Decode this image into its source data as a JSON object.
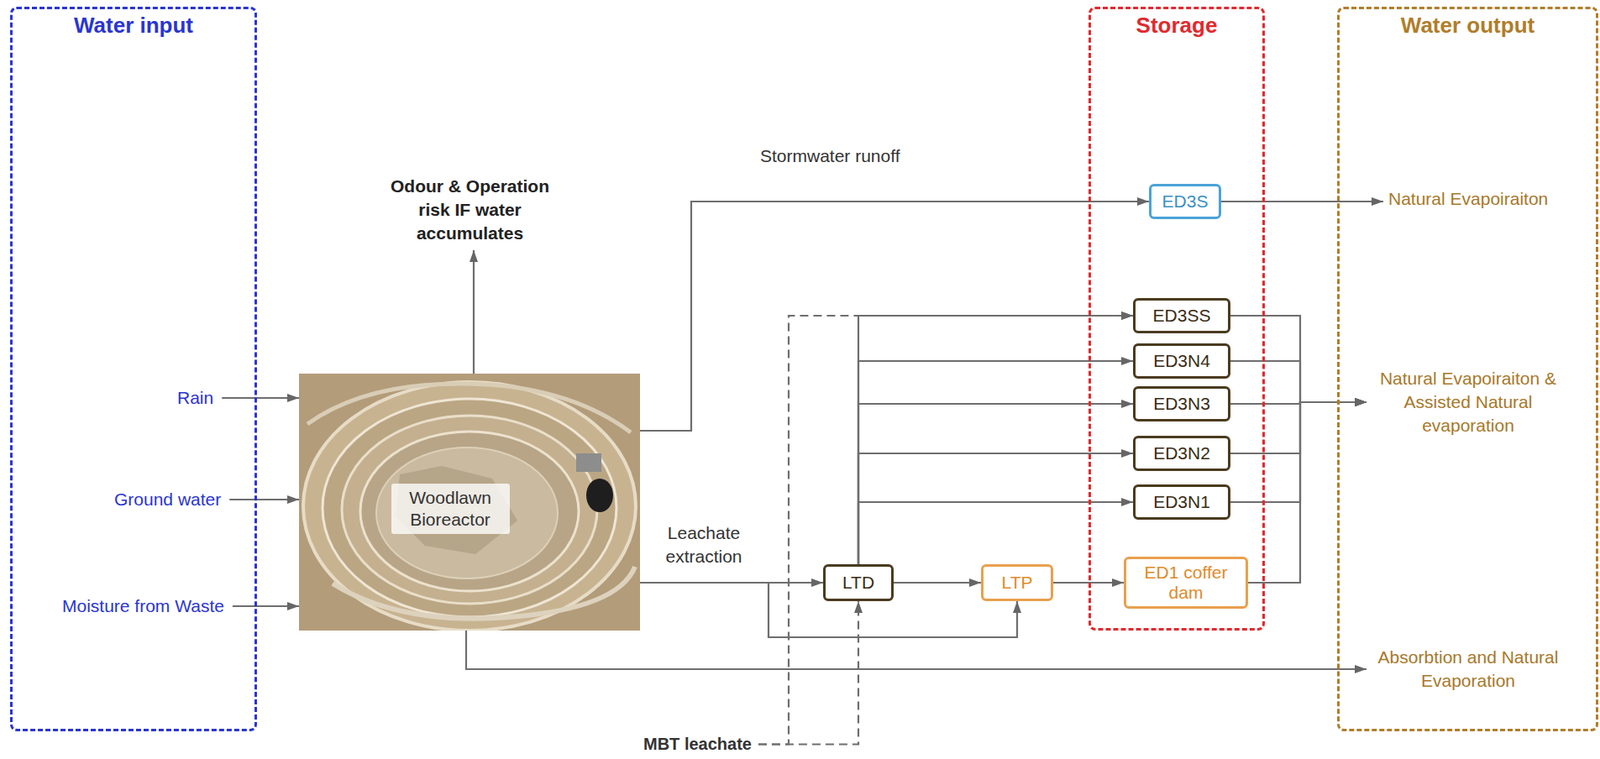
{
  "diagram": {
    "nodes": [
      {
        "text": [
          "Water input"
        ]
      },
      {
        "text": [
          "Rain"
        ],
        "in": 0
      },
      {
        "text": [
          "Ground water"
        ],
        "in": 0
      },
      {
        "text": [
          "Moisture from Waste"
        ],
        "in": 0
      },
      {
        "text": [
          "Woodlawn Bioreactor"
        ]
      },
      {
        "text": [
          "Odour & Operation risk IF water accumulates"
        ]
      },
      {
        "text": [
          "Storage"
        ]
      },
      {
        "text": [
          "ED3S"
        ],
        "in": 6
      },
      {
        "text": [
          "ED3SS"
        ],
        "in": 6
      },
      {
        "text": [
          "ED3N4"
        ],
        "in": 6
      },
      {
        "text": [
          "ED3N3"
        ],
        "in": 6
      },
      {
        "text": [
          "ED3N2"
        ],
        "in": 6
      },
      {
        "text": [
          "ED3N1"
        ],
        "in": 6
      },
      {
        "text": [
          "ED1 coffer dam"
        ],
        "in": 6
      },
      {
        "text": [
          "LTD"
        ]
      },
      {
        "text": [
          "LTP"
        ]
      },
      {
        "text": [
          "Water output"
        ]
      },
      {
        "text": [
          "Natural Evapoiraiton"
        ],
        "in": 16
      },
      {
        "text": [
          "Natural Evapoiraiton & Assisted Natural evaporation"
        ],
        "in": 16
      },
      {
        "text": [
          "Absorbtion and Natural Evaporation"
        ],
        "in": 16
      },
      {
        "text": [
          "MBT leachate"
        ]
      }
    ],
    "edges": [
      {
        "from": 1,
        "to": 4,
        "arrow": "to"
      },
      {
        "from": 2,
        "to": 4,
        "arrow": "to"
      },
      {
        "from": 3,
        "to": 4,
        "arrow": "to"
      },
      {
        "from": 4,
        "to": 5,
        "arrow": "to"
      },
      {
        "from": 4,
        "to": 7,
        "label": "Stormwater runoff",
        "arrow": "to"
      },
      {
        "from": 4,
        "to": 14,
        "label": "Leachate extraction",
        "arrow": "to"
      },
      {
        "from": 4,
        "to": 15,
        "arrow": "to"
      },
      {
        "from": 14,
        "to": 8,
        "arrow": "to"
      },
      {
        "from": 14,
        "to": 9,
        "arrow": "to"
      },
      {
        "from": 14,
        "to": 10,
        "arrow": "to"
      },
      {
        "from": 14,
        "to": 11,
        "arrow": "to"
      },
      {
        "from": 14,
        "to": 12,
        "arrow": "to"
      },
      {
        "from": 14,
        "to": 15,
        "arrow": "to"
      },
      {
        "from": 15,
        "to": 13,
        "arrow": "to"
      },
      {
        "from": 7,
        "to": 17,
        "arrow": "to"
      },
      {
        "from": 8,
        "to": 18,
        "arrow": "to"
      },
      {
        "from": 9,
        "to": 18,
        "arrow": "to"
      },
      {
        "from": 10,
        "to": 18,
        "arrow": "to"
      },
      {
        "from": 11,
        "to": 18,
        "arrow": "to"
      },
      {
        "from": 12,
        "to": 18,
        "arrow": "to"
      },
      {
        "from": 13,
        "to": 18,
        "arrow": "to"
      },
      {
        "from": 4,
        "to": 19,
        "arrow": "to"
      },
      {
        "from": 20,
        "to": 14,
        "arrow": "to"
      },
      {
        "from": 20,
        "to": 8,
        "arrow": "to"
      }
    ]
  }
}
